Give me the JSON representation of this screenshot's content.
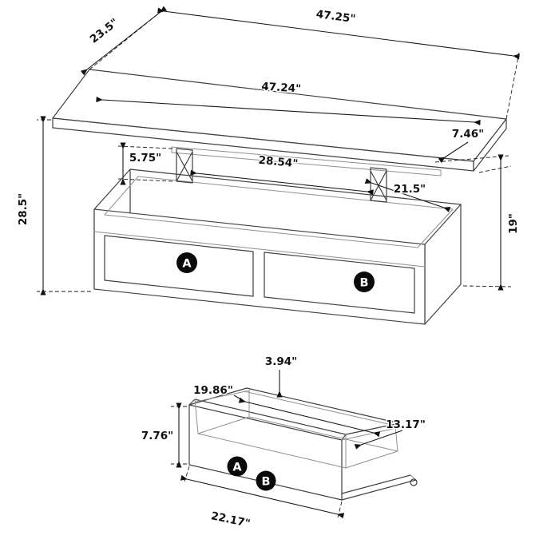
{
  "colors": {
    "background": "#ffffff",
    "line": "#40403f",
    "dimension_line": "#1a1a1a",
    "badge_bg": "#0a0a0a",
    "badge_text": "#ffffff"
  },
  "table": {
    "dims": {
      "width_top": "47.25\"",
      "depth": "23.5\"",
      "width_surface": "47.24\"",
      "lift_height": "5.75\"",
      "inner_width": "28.54\"",
      "top_offset": "7.46\"",
      "lift_depth": "21.5\"",
      "total_height": "28.5\"",
      "base_height": "19\""
    },
    "drawer_a": "A",
    "drawer_b": "B"
  },
  "drawer": {
    "dims": {
      "back_height": "3.94\"",
      "inner_width": "19.86\"",
      "inner_depth": "13.17\"",
      "front_height": "7.76\"",
      "front_width": "22.17\""
    },
    "label_a": "A",
    "label_b": "B"
  }
}
